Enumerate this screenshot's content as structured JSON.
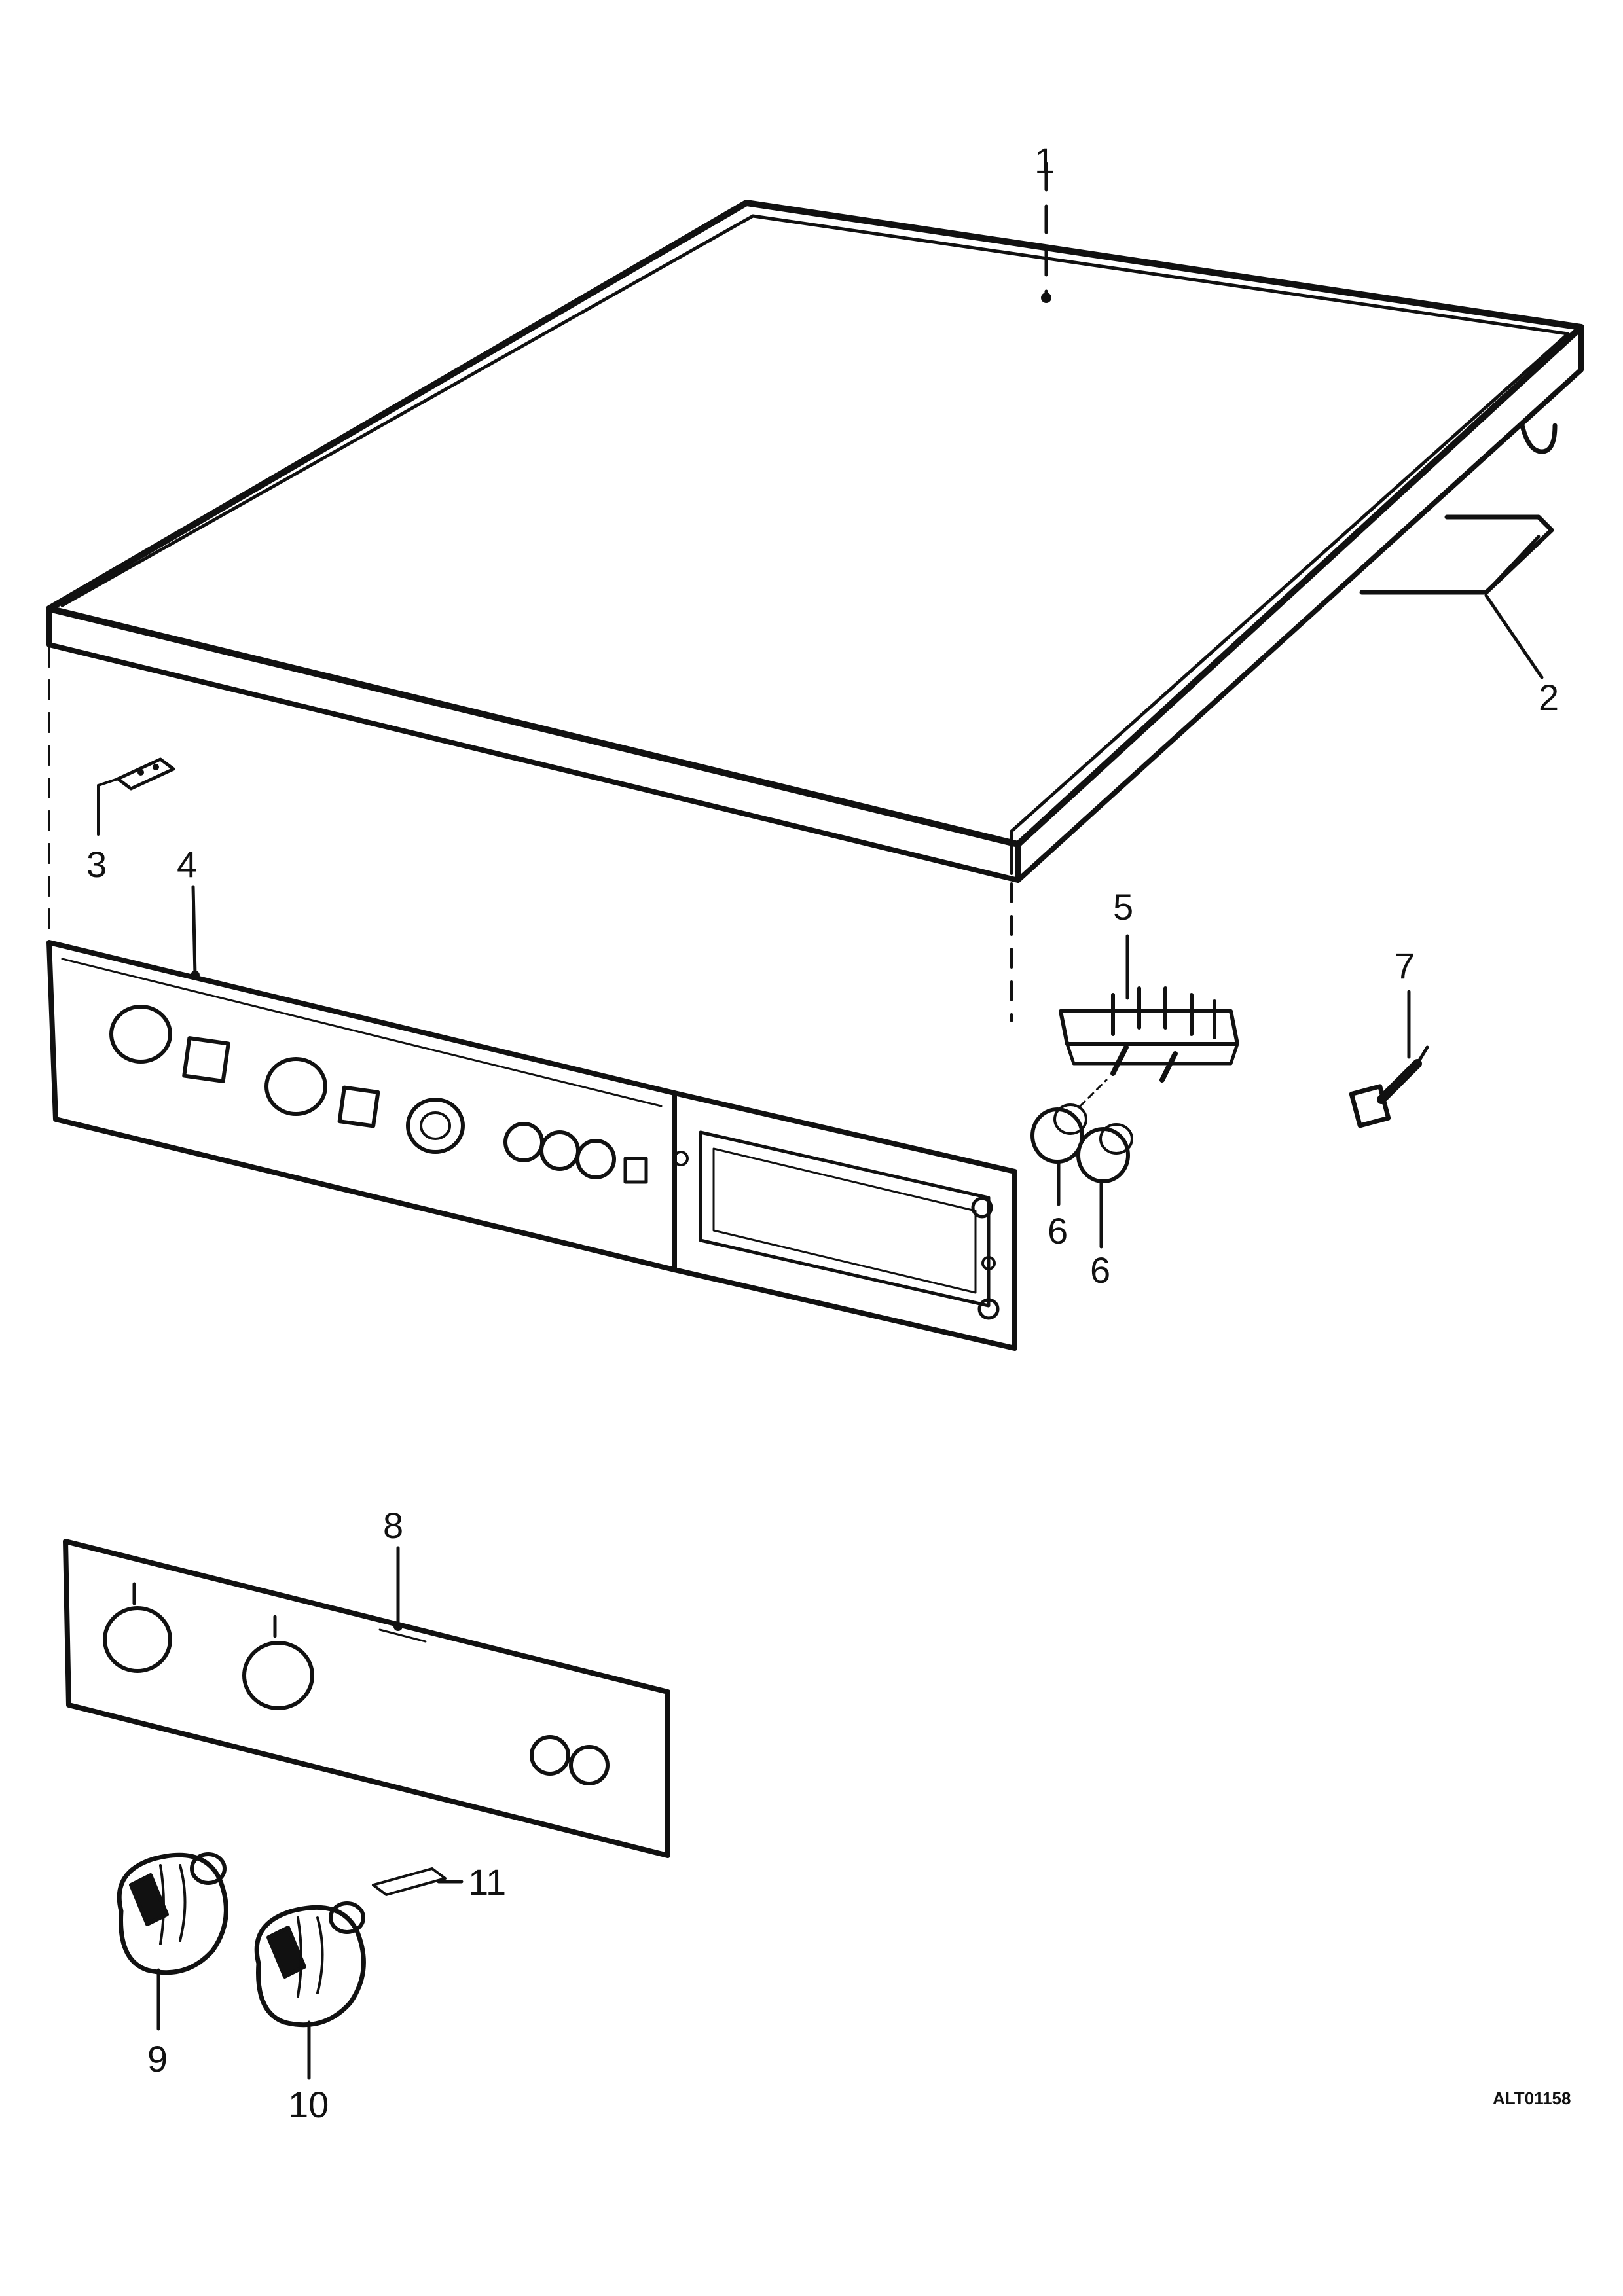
{
  "callouts": {
    "c1": "1",
    "c2": "2",
    "c3": "3",
    "c4": "4",
    "c5": "5",
    "c6a": "6",
    "c6b": "6",
    "c7": "7",
    "c8": "8",
    "c9": "9",
    "c10": "10",
    "c11": "11"
  },
  "drawing_code": "ALT01158",
  "colors": {
    "ink": "#111111",
    "paper": "#ffffff"
  }
}
